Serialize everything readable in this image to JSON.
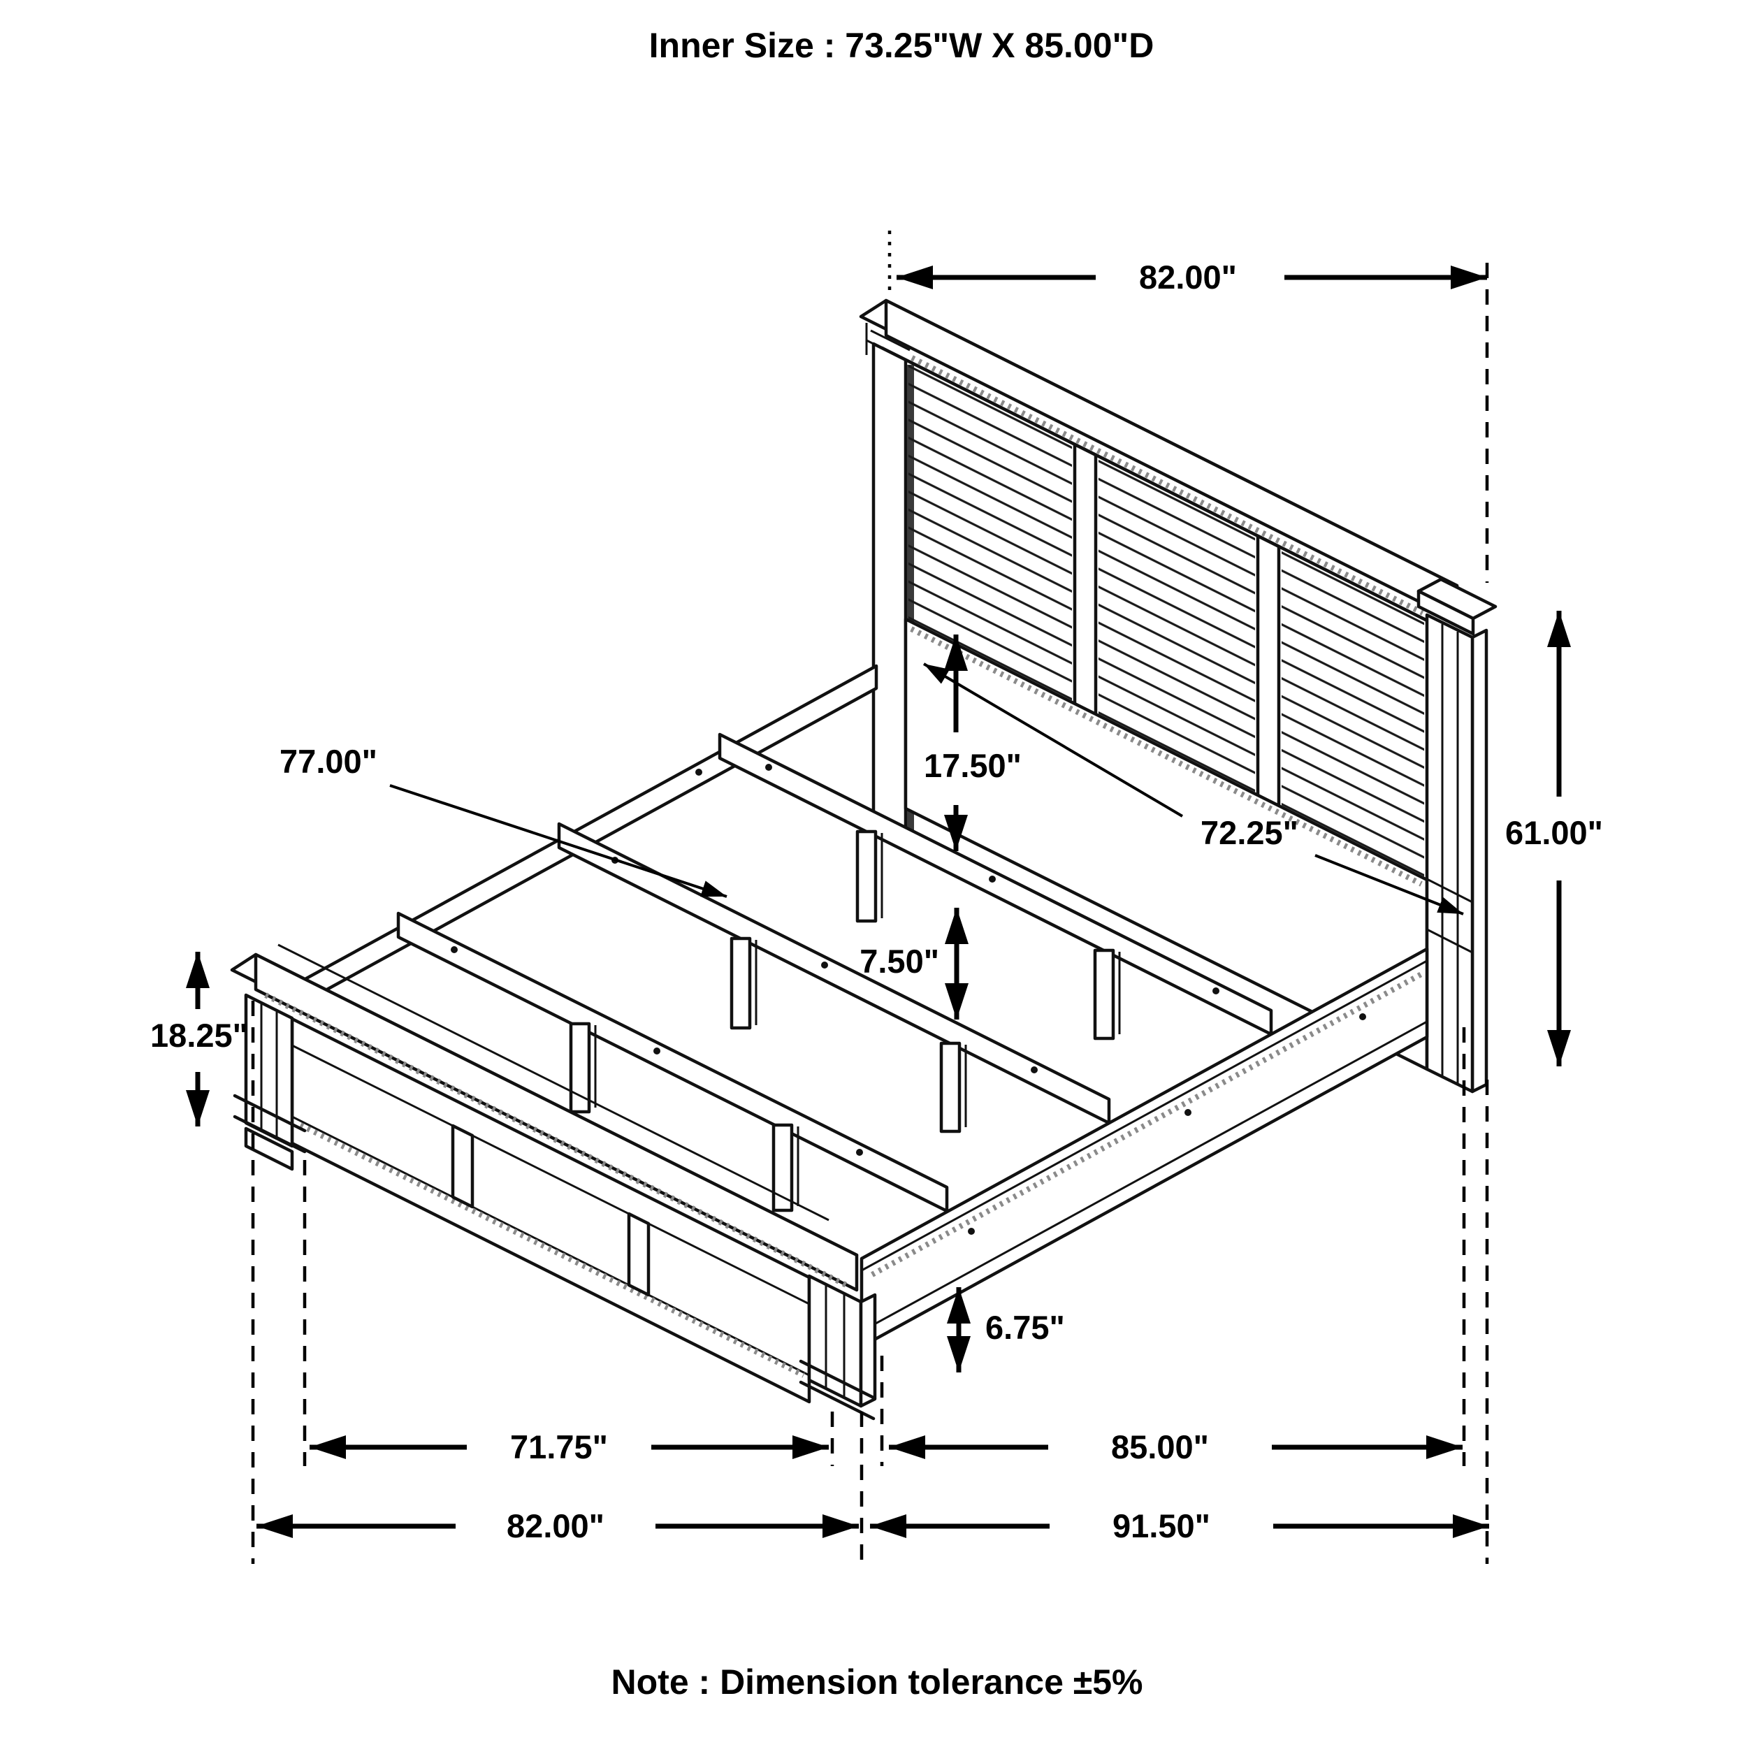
{
  "title": "Inner Size : 73.25\"W X 85.00\"D",
  "note": "Note : Dimension tolerance ±5%",
  "dims": {
    "headboard_width": "82.00\"",
    "headboard_panel_height": "17.50\"",
    "slat_gap": "7.50\"",
    "slat_length": "77.00\"",
    "headboard_inner_width": "72.25\"",
    "headboard_height": "61.00\"",
    "footboard_height": "18.25\"",
    "rail_floor_clearance": "6.75\"",
    "footboard_inner_width": "71.75\"",
    "side_rail_length": "85.00\"",
    "footboard_width": "82.00\"",
    "overall_depth": "91.50\""
  }
}
